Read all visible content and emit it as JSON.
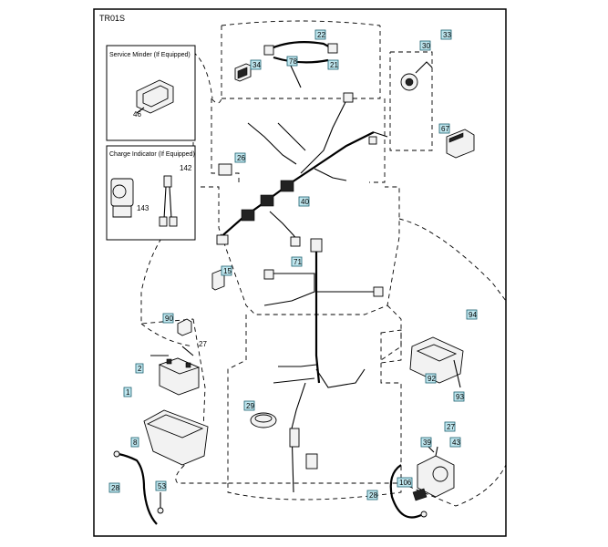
{
  "diagram_id": "TR01S",
  "insets": {
    "service_minder": "Service Minder (If Equipped)",
    "charge_indicator": "Charge Indicator (If Equipped)"
  },
  "callouts": {
    "p1": "1",
    "p2": "2",
    "p8": "8",
    "p15": "15",
    "p21": "21",
    "p22": "22",
    "p26": "26",
    "p27": "27",
    "p28a": "28",
    "p28b": "28",
    "p29": "29",
    "p30": "30",
    "p33": "33",
    "p34": "34",
    "p39": "39",
    "p40": "40",
    "p43": "43",
    "p53": "53",
    "p67": "67",
    "p71": "71",
    "p78": "78",
    "p90": "90",
    "p92": "92",
    "p93": "93",
    "p94": "94",
    "p106": "106"
  },
  "plain_labels": {
    "p46": "46",
    "p142": "142",
    "p143": "143",
    "p27_top": "27"
  }
}
